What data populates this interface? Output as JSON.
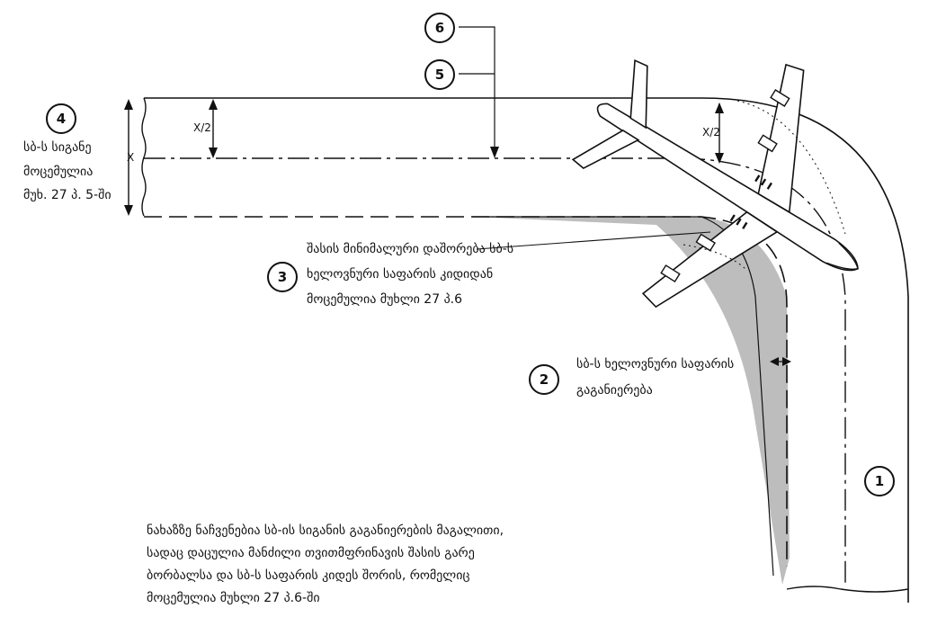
{
  "callouts": {
    "c1": "1",
    "c2": "2",
    "c3": "3",
    "c4": "4",
    "c5": "5",
    "c6": "6"
  },
  "labels": {
    "x": "X",
    "x_half": "X/2",
    "x_half_right": "X/2",
    "width_note": [
      "სბ-ს სიგანე",
      "მოცემულია",
      "მუხ. 27 პ. 5-ში"
    ],
    "min_distance": [
      "შასის მინიმალური დაშორება სბ-ს",
      "ხელოვნური საფარის კიდიდან",
      "მოცემულია მუხლი 27 პ.6"
    ],
    "widening": [
      "სბ-ს ხელოვნური საფარის",
      "გაგანიერება"
    ],
    "caption": [
      "ნახაზზე ნაჩვენებია სბ-ის სიგანის გაგანიერების მაგალითი,",
      "სადაც დაცულია მანძილი თვითმფრინავის შასის გარე",
      "ბორბალსა და სბ-ს საფარის კიდეს შორის, რომელიც",
      "მოცემულია მუხლი 27 პ.6-ში"
    ]
  },
  "colors": {
    "line": "#111111",
    "fillet": "#bdbdbd"
  }
}
